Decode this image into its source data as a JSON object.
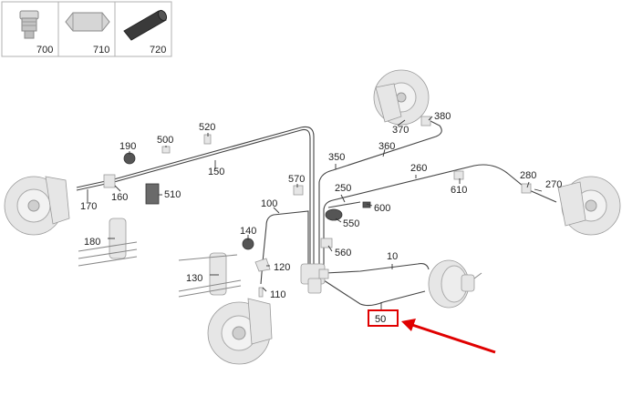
{
  "legend": [
    {
      "number": "700",
      "icon": "plug-icon"
    },
    {
      "number": "710",
      "icon": "hex-nut-icon"
    },
    {
      "number": "720",
      "icon": "hose-icon"
    }
  ],
  "labels": {
    "p10": "10",
    "p50": "50",
    "p100": "100",
    "p110": "110",
    "p120": "120",
    "p130": "130",
    "p140": "140",
    "p150": "150",
    "p160": "160",
    "p170": "170",
    "p180": "180",
    "p190": "190",
    "p250": "250",
    "p260": "260",
    "p270": "270",
    "p280": "280",
    "p350": "350",
    "p360": "360",
    "p370": "370",
    "p380": "380",
    "p500": "500",
    "p510": "510",
    "p520": "520",
    "p550": "550",
    "p560": "560",
    "p570": "570",
    "p600": "600",
    "p610": "610"
  },
  "highlight": {
    "label": "50",
    "box_color": "#e00000",
    "arrow_color": "#e00000"
  }
}
